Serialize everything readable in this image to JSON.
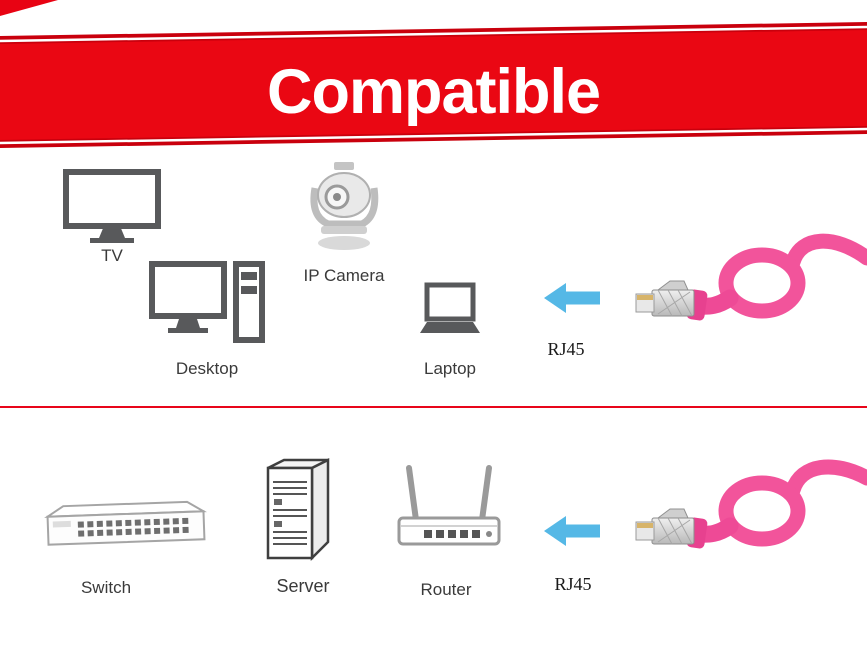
{
  "banner": {
    "title": "Compatible",
    "color": "#e80313"
  },
  "colors": {
    "banner_red": "#e80313",
    "banner_dark_red": "#c9000d",
    "divider_red": "#e8051a",
    "arrow_blue": "#55b8e6",
    "cable_pink": "#f2549b",
    "icon_dark_gray": "#58595b",
    "icon_light_gray": "#9b9b9b"
  },
  "sections": [
    {
      "devices": [
        {
          "icon": "tv-icon",
          "label": "TV"
        },
        {
          "icon": "ip-camera-icon",
          "label": "IP Camera"
        },
        {
          "icon": "desktop-icon",
          "label": "Desktop"
        },
        {
          "icon": "laptop-icon",
          "label": "Laptop"
        }
      ],
      "arrow_icon": "left-arrow-icon",
      "rj45_label": "RJ45",
      "cable_icon": "pink-rj45-cable-photo"
    },
    {
      "devices": [
        {
          "icon": "switch-icon",
          "label": "Switch"
        },
        {
          "icon": "server-icon",
          "label": "Server"
        },
        {
          "icon": "router-icon",
          "label": "Router"
        }
      ],
      "arrow_icon": "left-arrow-icon",
      "rj45_label": "RJ45",
      "cable_icon": "pink-rj45-cable-photo"
    }
  ]
}
